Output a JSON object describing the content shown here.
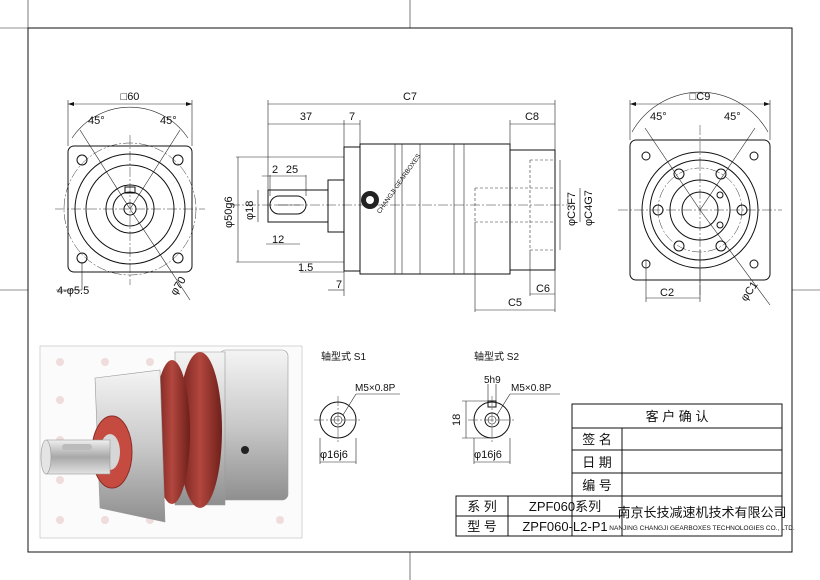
{
  "front_view": {
    "square": "□60",
    "angle_left": "45°",
    "angle_right": "45°",
    "hole": "4-φ5.5",
    "pcd": "φ70"
  },
  "side_view": {
    "overall": "C7",
    "flange_len": "37",
    "pilot_len": "7",
    "motor_len": "C8",
    "key_start": "2",
    "key_len": "25",
    "shaft_dia": "φ50g6",
    "pilot_dia": "φ18",
    "key_depth": "12",
    "chamfer": "1.5",
    "flange_thk": "7",
    "bore_dia1": "φC3F7",
    "bore_dia2": "φC4G7",
    "c5": "C5",
    "c6": "C6",
    "logo_text": "CHANGJI GEARBOXES"
  },
  "rear_view": {
    "square": "□C9",
    "angle_left": "45°",
    "angle_right": "45°",
    "c2": "C2",
    "c1": "φC1"
  },
  "shaft_s1": {
    "caption": "轴型式 S1",
    "thread": "M5×0.8P",
    "dia": "φ16j6"
  },
  "shaft_s2": {
    "caption": "轴型式 S2",
    "key": "5h9",
    "thread": "M5×0.8P",
    "height": "18",
    "dia": "φ16j6"
  },
  "table": {
    "header": "客 户 确 认",
    "rows": [
      "签 名",
      "日 期",
      "编 号"
    ],
    "series_label": "系 列",
    "series_value": "ZPF060系列",
    "model_label": "型 号",
    "model_value": "ZPF060-L2-P1",
    "company": "南京长技减速机技术有限公司",
    "company_en": "NANJING CHANGJI GEARBOXES TECHNOLOGIES CO., LTD."
  }
}
